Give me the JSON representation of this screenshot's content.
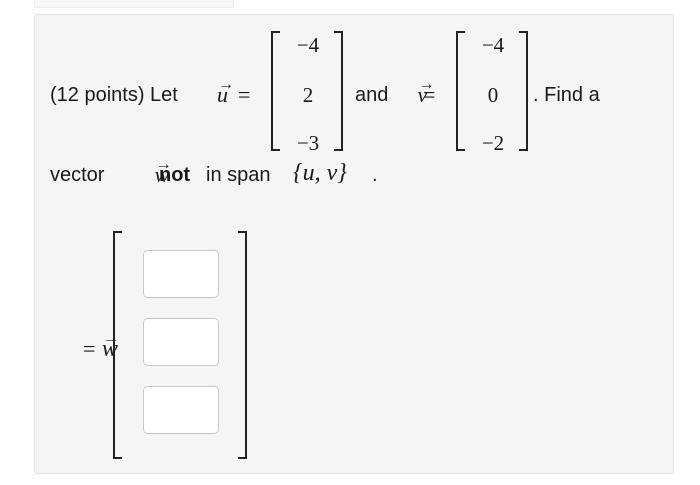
{
  "problem": {
    "intro": "(12 points) Let",
    "u_symbol": "u",
    "equals": "=",
    "and": "and",
    "v_symbol": "v",
    "find_text": ". Find a",
    "vector_word": "vector",
    "w_symbol": "w",
    "not_word": "not",
    "in_span": "in span",
    "span_set": "{u, v}",
    "period": "."
  },
  "vectors": {
    "u": [
      "−4",
      "2",
      "−3"
    ],
    "v": [
      "−4",
      "0",
      "−2"
    ]
  },
  "answer": {
    "label": "w",
    "equals": "=",
    "inputs": [
      {
        "value": ""
      },
      {
        "value": ""
      },
      {
        "value": ""
      }
    ]
  }
}
